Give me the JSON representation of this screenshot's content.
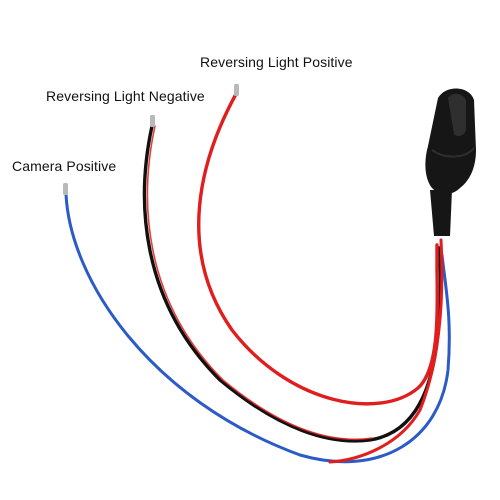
{
  "labels": {
    "reversing_light_positive": "Reversing Light Positive",
    "reversing_light_negative": "Reversing Light Negative",
    "camera_positive": "Camera Positive"
  },
  "colors": {
    "background": "#ffffff",
    "red_wire": "#e01e1e",
    "black_wire": "#111111",
    "blue_wire": "#2a5bc7",
    "connector": "#161616",
    "wire_tip": "#b9b9b9"
  },
  "icons": {
    "connector": "rca-connector-icon"
  }
}
